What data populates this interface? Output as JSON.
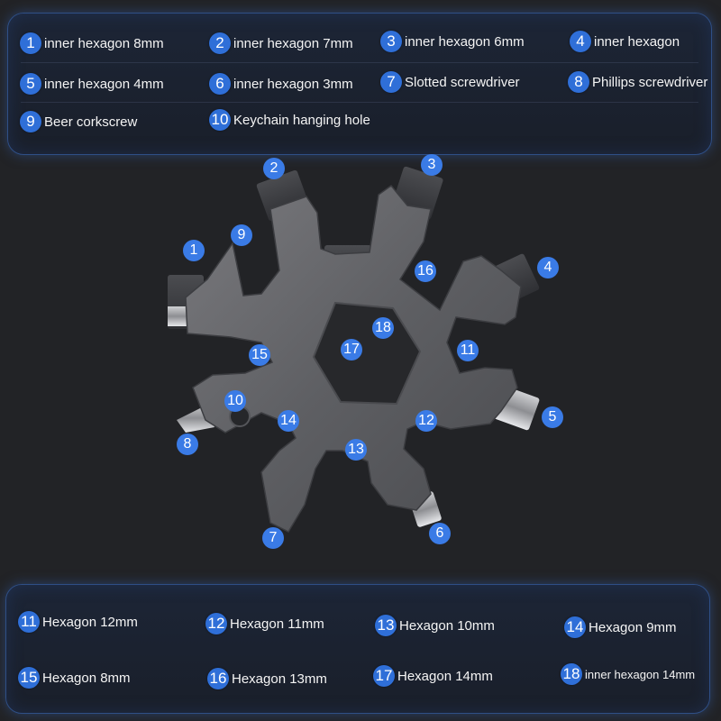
{
  "top_legend": [
    {
      "num": "1",
      "text": "inner hexagon 8mm"
    },
    {
      "num": "2",
      "text": "inner hexagon 7mm"
    },
    {
      "num": "3",
      "text": "inner hexagon 6mm"
    },
    {
      "num": "4",
      "text": "inner hexagon"
    },
    {
      "num": "5",
      "text": "inner hexagon 4mm"
    },
    {
      "num": "6",
      "text": "inner hexagon 3mm"
    },
    {
      "num": "7",
      "text": "Slotted screwdriver"
    },
    {
      "num": "8",
      "text": "Phillips screwdriver"
    },
    {
      "num": "9",
      "text": "Beer corkscrew"
    },
    {
      "num": "10",
      "text": "Keychain hanging hole"
    }
  ],
  "bottom_legend": [
    {
      "num": "11",
      "text": "Hexagon 12mm"
    },
    {
      "num": "12",
      "text": "Hexagon 11mm"
    },
    {
      "num": "13",
      "text": "Hexagon 10mm"
    },
    {
      "num": "14",
      "text": "Hexagon 9mm"
    },
    {
      "num": "15",
      "text": "Hexagon 8mm"
    },
    {
      "num": "16",
      "text": "Hexagon 13mm"
    },
    {
      "num": "17",
      "text": "Hexagon 14mm"
    },
    {
      "num": "18",
      "text": "inner hexagon 14mm"
    }
  ],
  "markers": [
    "1",
    "2",
    "3",
    "4",
    "5",
    "6",
    "7",
    "8",
    "9",
    "10",
    "11",
    "12",
    "13",
    "14",
    "15",
    "16",
    "17",
    "18"
  ],
  "colors": {
    "badge": "#2f6fd8",
    "panel_border": "#2f4f86",
    "background": "#222326",
    "steel": "#6e6e72"
  }
}
